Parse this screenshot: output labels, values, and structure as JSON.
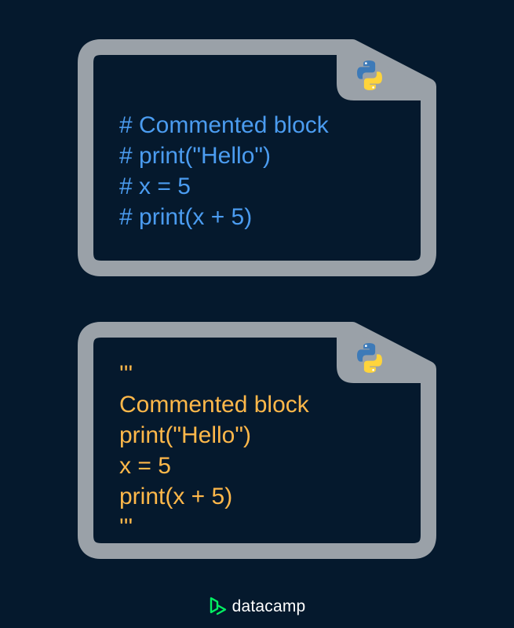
{
  "colors": {
    "background": "#05192d",
    "card_border": "#9aa1a8",
    "comment_text": "#4b9cf0",
    "string_text": "#ffb84a",
    "brand_accent": "#03ef62",
    "brand_text": "#ffffff"
  },
  "cards": [
    {
      "icon": "python-logo-icon",
      "lines": [
        "# Commented block",
        "# print(\"Hello\")",
        "# x = 5",
        "# print(x + 5)"
      ]
    },
    {
      "icon": "python-logo-icon",
      "lines": [
        "'''",
        "Commented block",
        "print(\"Hello\")",
        "x = 5",
        "print(x + 5)",
        "'''"
      ]
    }
  ],
  "footer": {
    "brand_icon": "datacamp-logo-icon",
    "brand_name": "datacamp"
  }
}
